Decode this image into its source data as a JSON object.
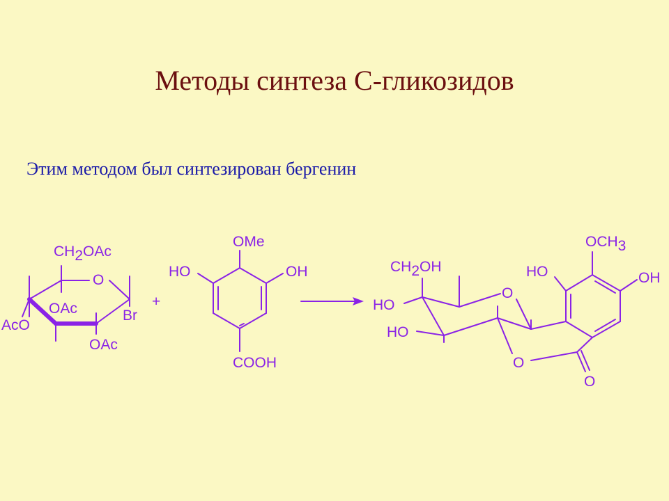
{
  "title": "Методы синтеза С-гликозидов",
  "subtitle": "Этим методом был синтезирован бергенин",
  "colors": {
    "background": "#FBF8C4",
    "title": "#6B0F0F",
    "subtitle": "#1A1AA8",
    "structures": "#8A22E6"
  },
  "reactant1": {
    "ch2oac_main": "CH",
    "ch2oac_sub": "2",
    "ch2oac_rest": "OAc",
    "ring_o": "O",
    "oac_top": "OAc",
    "oac_bottom": "OAc",
    "aco": "AcO",
    "br": "Br"
  },
  "plus": "+",
  "reactant2": {
    "ome": "OMe",
    "ho": "HO",
    "oh": "OH",
    "cooh": "COOH"
  },
  "product": {
    "ch2oh_main": "CH",
    "ch2oh_sub": "2",
    "ch2oh_rest": "OH",
    "ring_o": "O",
    "ho_1": "HO",
    "ho_2": "HO",
    "ho_aryl": "HO",
    "och3_main": "OCH",
    "och3_sub": "3",
    "oh_aryl": "OH",
    "lactone_o": "O",
    "carbonyl_o": "O"
  }
}
